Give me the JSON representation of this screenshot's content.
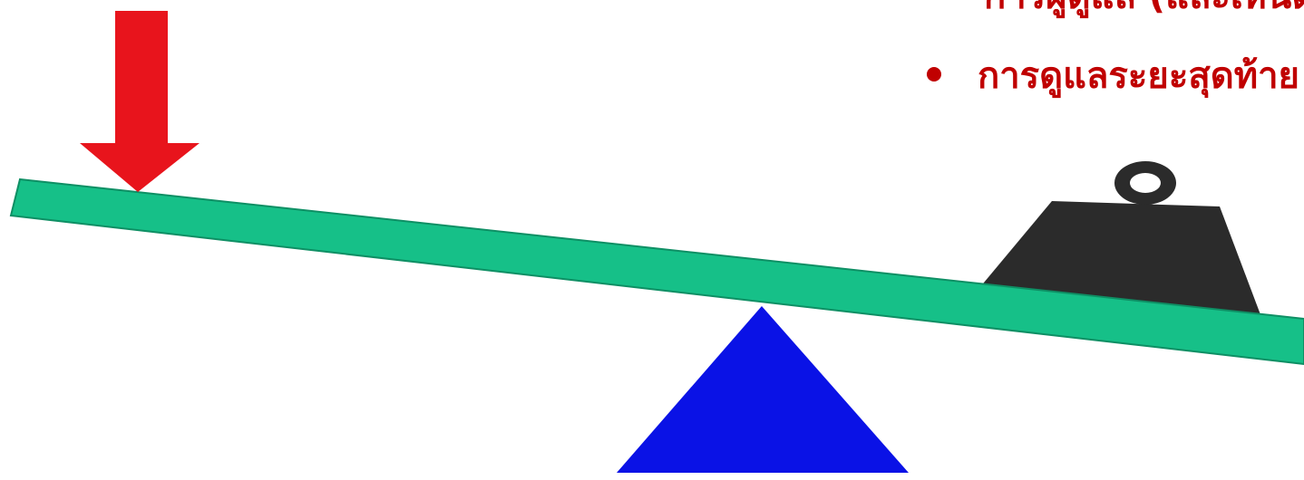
{
  "text_lines": [
    {
      "text": "การผู้ดูแล (และเห็นด้วย",
      "bullet": false
    },
    {
      "text": "การดูแลระยะสุดท้าย",
      "bullet": true
    }
  ],
  "colors": {
    "arrow": "#e8141c",
    "beam": "#16c088",
    "fulcrum": "#0a12e6",
    "weight": "#2b2b2b",
    "text": "#c00000"
  },
  "icons": {
    "arrow": "down-arrow-icon",
    "weight": "weight-icon",
    "fulcrum": "fulcrum-triangle"
  }
}
